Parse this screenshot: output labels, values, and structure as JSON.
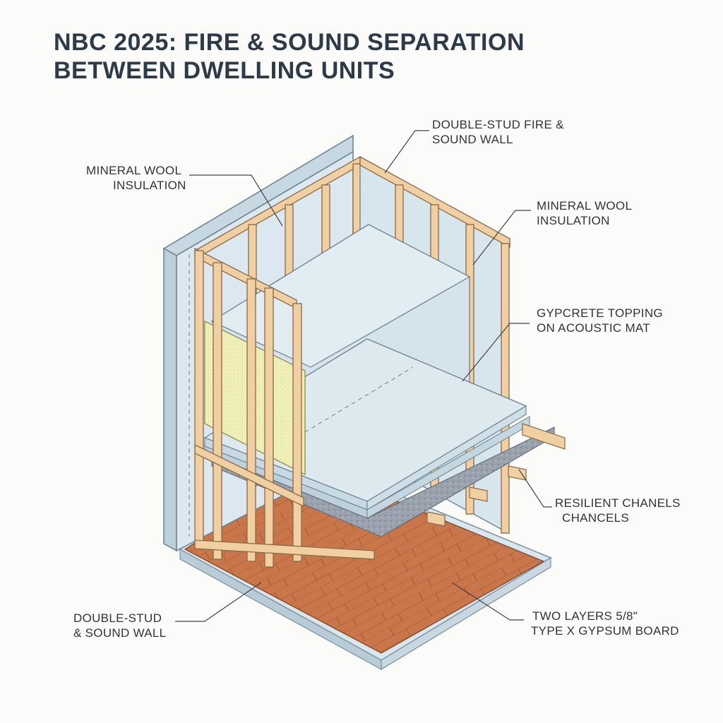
{
  "title": {
    "line1": "NBC 2025: FIRE & SOUND SEPARATION",
    "line2": "BETWEEN DWELLING UNITS"
  },
  "labels": {
    "double_stud_top": {
      "line1": "DOUBLE-STUD FIRE &",
      "line2": "SOUND WALL"
    },
    "mineral_wool_left": {
      "line1": "MINERAL WOOL",
      "line2": "INSULATION"
    },
    "mineral_wool_right": {
      "line1": "MINERAL WOOL",
      "line2": "INSULATION"
    },
    "gypcrete": {
      "line1": "GYPCRETE TOPPING",
      "line2": "ON ACOUSTIC MAT"
    },
    "resilient": {
      "line1": "RESILIENT CHANELS",
      "line2": "CHANCELS"
    },
    "double_stud_bottom": {
      "line1": "DOUBLE-STUD",
      "line2": "& SOUND WALL"
    },
    "gypsum": {
      "line1": "TWO LAYERS 5/8\"",
      "line2": "TYPE X GYPSUM BOARD"
    }
  },
  "colors": {
    "title": "#2c3a4a",
    "wood_stud": "#f0cfa2",
    "wood_edge": "#8a6a45",
    "gypsum_panel": "#dde9ef",
    "mineral_wool": "#efefb9",
    "floor_wood": "#c9764a",
    "acoustic_mat": "#9aa3ad"
  }
}
